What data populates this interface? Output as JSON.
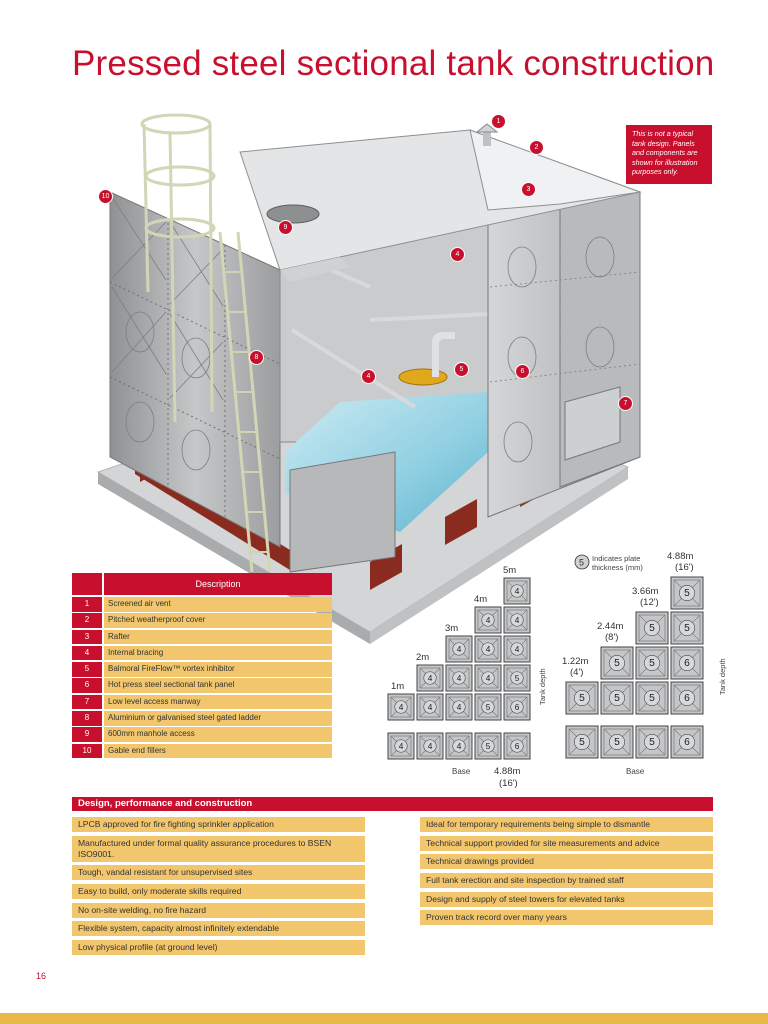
{
  "page": {
    "title": "Pressed steel sectional tank construction",
    "page_number": "16"
  },
  "illustration": {
    "note": "This is not a typical tank design. Panels and components are shown for illustration purposes only.",
    "callouts": [
      "1",
      "2",
      "3",
      "4",
      "4",
      "5",
      "6",
      "7",
      "8",
      "9",
      "10"
    ]
  },
  "description": {
    "header": "Description",
    "rows": [
      {
        "num": "1",
        "text": "Screened air vent"
      },
      {
        "num": "2",
        "text": "Pitched weatherproof cover"
      },
      {
        "num": "3",
        "text": "Rafter"
      },
      {
        "num": "4",
        "text": "Internal bracing"
      },
      {
        "num": "5",
        "text": "Balmoral FireFlow™ vortex inhibitor"
      },
      {
        "num": "6",
        "text": "Hot press steel sectional tank panel"
      },
      {
        "num": "7",
        "text": "Low level access manway"
      },
      {
        "num": "8",
        "text": "Aluminium or galvanised steel gated ladder"
      },
      {
        "num": "9",
        "text": "600mm manhole access"
      },
      {
        "num": "10",
        "text": "Gable end fillers"
      }
    ]
  },
  "diagrams": {
    "left": {
      "height_labels": [
        "1m",
        "2m",
        "3m",
        "4m",
        "5m"
      ],
      "columns": [
        [
          "4"
        ],
        [
          "4",
          "4"
        ],
        [
          "4",
          "4",
          "4"
        ],
        [
          "5",
          "4",
          "4",
          "4"
        ],
        [
          "6",
          "5",
          "4",
          "4",
          "4"
        ]
      ],
      "base_row": [
        "4",
        "4",
        "4",
        "5",
        "6"
      ],
      "side_label": "Tank depth",
      "base_label": "Base",
      "width_label": "4.88m",
      "width_label_ft": "(16')"
    },
    "right": {
      "legend_marker": "5",
      "legend_text_1": "Indicates plate",
      "legend_text_2": "thickness (mm)",
      "height_labels": [
        {
          "m": "1.22m",
          "ft": "(4')"
        },
        {
          "m": "2.44m",
          "ft": "(8')"
        },
        {
          "m": "3.66m",
          "ft": "(12')"
        },
        {
          "m": "4.88m",
          "ft": "(16')"
        }
      ],
      "columns": [
        [
          "5"
        ],
        [
          "5",
          "5"
        ],
        [
          "5",
          "5",
          "5"
        ],
        [
          "6",
          "6",
          "5",
          "5"
        ]
      ],
      "base_row": [
        "5",
        "5",
        "5",
        "6"
      ],
      "side_label": "Tank depth",
      "base_label": "Base"
    }
  },
  "design": {
    "header": "Design, performance and construction",
    "left": [
      "LPCB approved for fire fighting sprinkler application",
      "Manufactured under formal quality assurance procedures to BSEN ISO9001.",
      "Tough, vandal resistant for unsupervised sites",
      "Easy to build, only moderate skills required",
      "No on-site welding, no fire hazard",
      "Flexible system, capacity almost infinitely extendable",
      "Low physical profile (at ground level)"
    ],
    "right": [
      "Ideal for temporary requirements being simple to dismantle",
      "Technical support provided for site measurements and advice",
      "Technical drawings provided",
      "Full tank erection and site inspection by trained staff",
      "Design and supply of steel towers for elevated tanks",
      "Proven track record over many years"
    ]
  },
  "colors": {
    "accent_red": "#c8102e",
    "row_gold": "#f2c66d",
    "footer_gold": "#e9b948",
    "panel_steel": "#b9bbbd",
    "water": "#9fd6e6",
    "support_beam": "#8a2b1f"
  }
}
